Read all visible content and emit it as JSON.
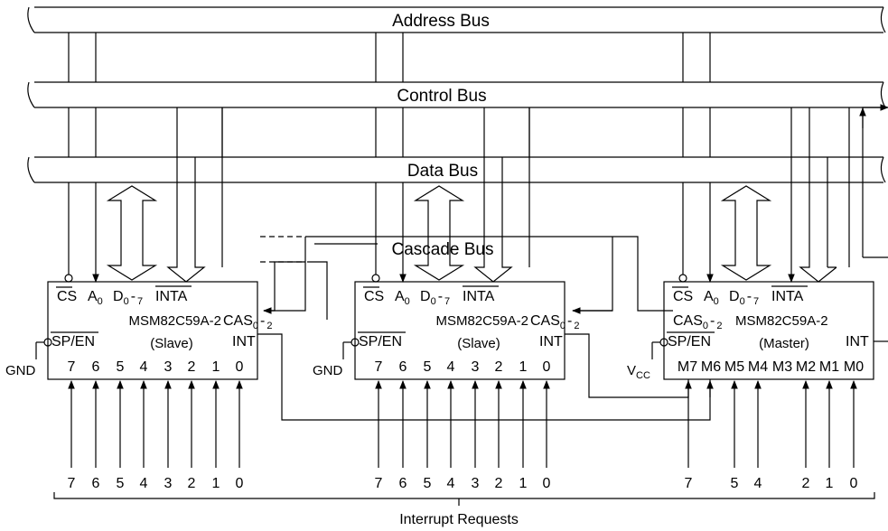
{
  "buses": {
    "address": "Address Bus",
    "control": "Control Bus",
    "data": "Data Bus",
    "cascade": "Cascade Bus"
  },
  "chips": [
    {
      "name": "MSM82C59A-2",
      "role": "(Slave)",
      "cs": "CS",
      "a0": "A",
      "a0_sub": "0",
      "d": "D",
      "d_sub1": "0",
      "d_dash": "-",
      "d_sub2": "7",
      "inta": "INTA",
      "cas": "CAS",
      "cas_sub1": "0",
      "cas_dash": "-",
      "cas_sub2": "2",
      "int": "INT",
      "spen": "SP/EN",
      "ir_pins": [
        "7",
        "6",
        "5",
        "4",
        "3",
        "2",
        "1",
        "0"
      ],
      "spen_tie": "GND"
    },
    {
      "name": "MSM82C59A-2",
      "role": "(Slave)",
      "cs": "CS",
      "a0": "A",
      "a0_sub": "0",
      "d": "D",
      "d_sub1": "0",
      "d_dash": "-",
      "d_sub2": "7",
      "inta": "INTA",
      "cas": "CAS",
      "cas_sub1": "0",
      "cas_dash": "-",
      "cas_sub2": "2",
      "int": "INT",
      "spen": "SP/EN",
      "ir_pins": [
        "7",
        "6",
        "5",
        "4",
        "3",
        "2",
        "1",
        "0"
      ],
      "spen_tie": "GND"
    },
    {
      "name": "MSM82C59A-2",
      "role": "(Master)",
      "cs": "CS",
      "a0": "A",
      "a0_sub": "0",
      "d": "D",
      "d_sub1": "0",
      "d_dash": "-",
      "d_sub2": "7",
      "inta": "INTA",
      "cas": "CAS",
      "cas_sub1": "0",
      "cas_dash": "-",
      "cas_sub2": "2",
      "int": "INT",
      "spen": "SP/EN",
      "ir_pins": [
        "M7",
        "M6",
        "M5",
        "M4",
        "M3",
        "M2",
        "M1",
        "M0"
      ],
      "spen_tie": "V",
      "spen_tie_sub": "CC"
    }
  ],
  "requests": {
    "slave1": [
      "7",
      "6",
      "5",
      "4",
      "3",
      "2",
      "1",
      "0"
    ],
    "slave2": [
      "7",
      "6",
      "5",
      "4",
      "3",
      "2",
      "1",
      "0"
    ],
    "master": [
      "7",
      "5",
      "4",
      "2",
      "1",
      "0"
    ],
    "label": "Interrupt Requests"
  }
}
